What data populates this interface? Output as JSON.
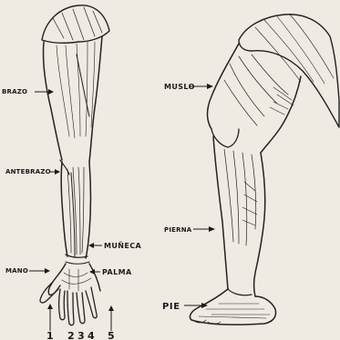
{
  "labels": {
    "brazo": "BRAZO",
    "antebrazo": "ANTEBRAZO",
    "muneca": "MUÑECA",
    "mano": "MANO",
    "palma": "PALMA",
    "muslo": "MUSLO",
    "pierna": "PIERNA",
    "pie": "PIE"
  },
  "finger_numbers": [
    "1",
    "2",
    "3",
    "4",
    "5"
  ],
  "colors": {
    "paper": "#efeae2",
    "ink": "#222222"
  }
}
